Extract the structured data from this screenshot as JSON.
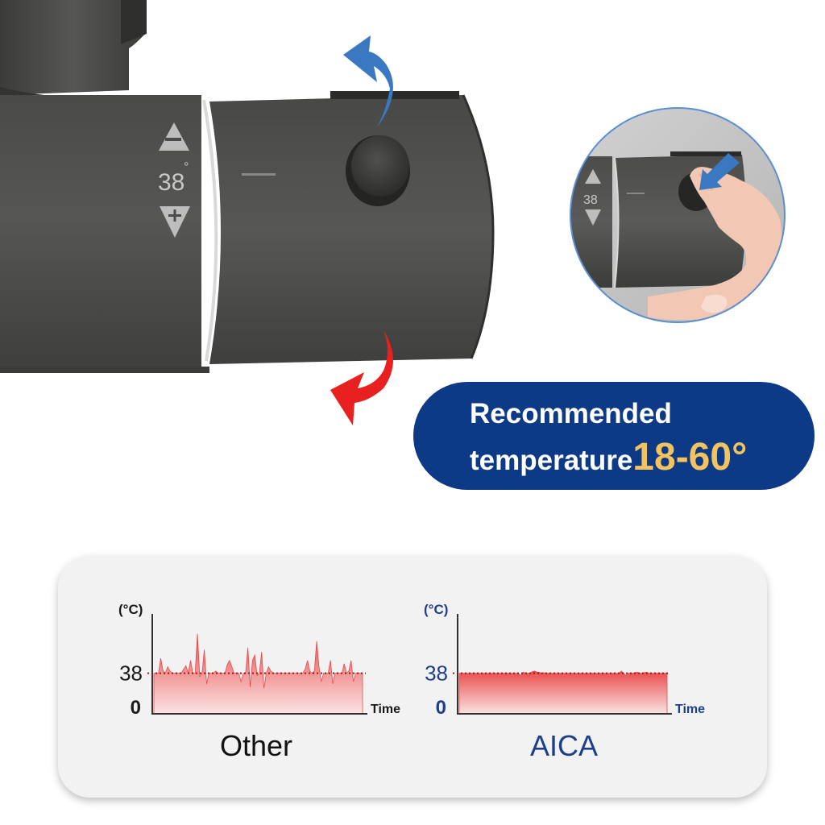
{
  "product": {
    "dial_temperature": "38",
    "dial_degree": "°",
    "dial_up_sign": "−",
    "dial_down_sign": "+"
  },
  "badge": {
    "line1": "Recommended",
    "line2": "temperature",
    "range": "18-60°"
  },
  "colors": {
    "badge_bg": "#0d3a86",
    "badge_range": "#f2c35f",
    "arrow_up": "#3a78c2",
    "arrow_down": "#e8201f",
    "body": "#4a4a48",
    "fill_red": "#e84b4b",
    "aica_blue": "#1d3f8a"
  },
  "chart_data": [
    {
      "type": "area",
      "title": "Other",
      "ylabel": "(°C)",
      "xlabel": "Time",
      "yticks": [
        "0",
        "38"
      ],
      "ylim": [
        0,
        95
      ],
      "reference_line": 38,
      "values": [
        38,
        38,
        38,
        52,
        40,
        38,
        44,
        40,
        38,
        38,
        38,
        38,
        38,
        42,
        45,
        38,
        50,
        38,
        38,
        75,
        35,
        38,
        60,
        28,
        38,
        38,
        38,
        40,
        38,
        38,
        38,
        38,
        46,
        50,
        44,
        38,
        38,
        38,
        30,
        38,
        38,
        62,
        25,
        50,
        55,
        36,
        38,
        58,
        24,
        38,
        44,
        40,
        38,
        38,
        38,
        38,
        38,
        38,
        38,
        38,
        38,
        38,
        38,
        38,
        38,
        38,
        42,
        50,
        40,
        38,
        40,
        68,
        44,
        30,
        38,
        38,
        38,
        50,
        28,
        38,
        38,
        38,
        38,
        47,
        38,
        40,
        50,
        30,
        38,
        38,
        38,
        38
      ],
      "line_color": "#e84b4b"
    },
    {
      "type": "area",
      "title": "AICA",
      "ylabel": "(°C)",
      "xlabel": "Time",
      "yticks": [
        "0",
        "38"
      ],
      "ylim": [
        0,
        95
      ],
      "reference_line": 38,
      "values": [
        38,
        38,
        38,
        38,
        38,
        38,
        38,
        38,
        38,
        38,
        38,
        38,
        38,
        38,
        38,
        38,
        38,
        38,
        38,
        38,
        38,
        38,
        38,
        38,
        38,
        38,
        38,
        36,
        39,
        38,
        38,
        38,
        39.5,
        40,
        39,
        39,
        38,
        38.5,
        38,
        38,
        38,
        38,
        38,
        38,
        38,
        38,
        38,
        38,
        38,
        38,
        38,
        38,
        38,
        38,
        38,
        38,
        38,
        38,
        38,
        38,
        38,
        38,
        38,
        38,
        38,
        38,
        38,
        38,
        38,
        38,
        38,
        40,
        38,
        36,
        38,
        38,
        38,
        38.5,
        39,
        38,
        38,
        38.5,
        39,
        38,
        38,
        38,
        38,
        38,
        38,
        38,
        38,
        38
      ],
      "line_color": "#e84b4b"
    }
  ]
}
